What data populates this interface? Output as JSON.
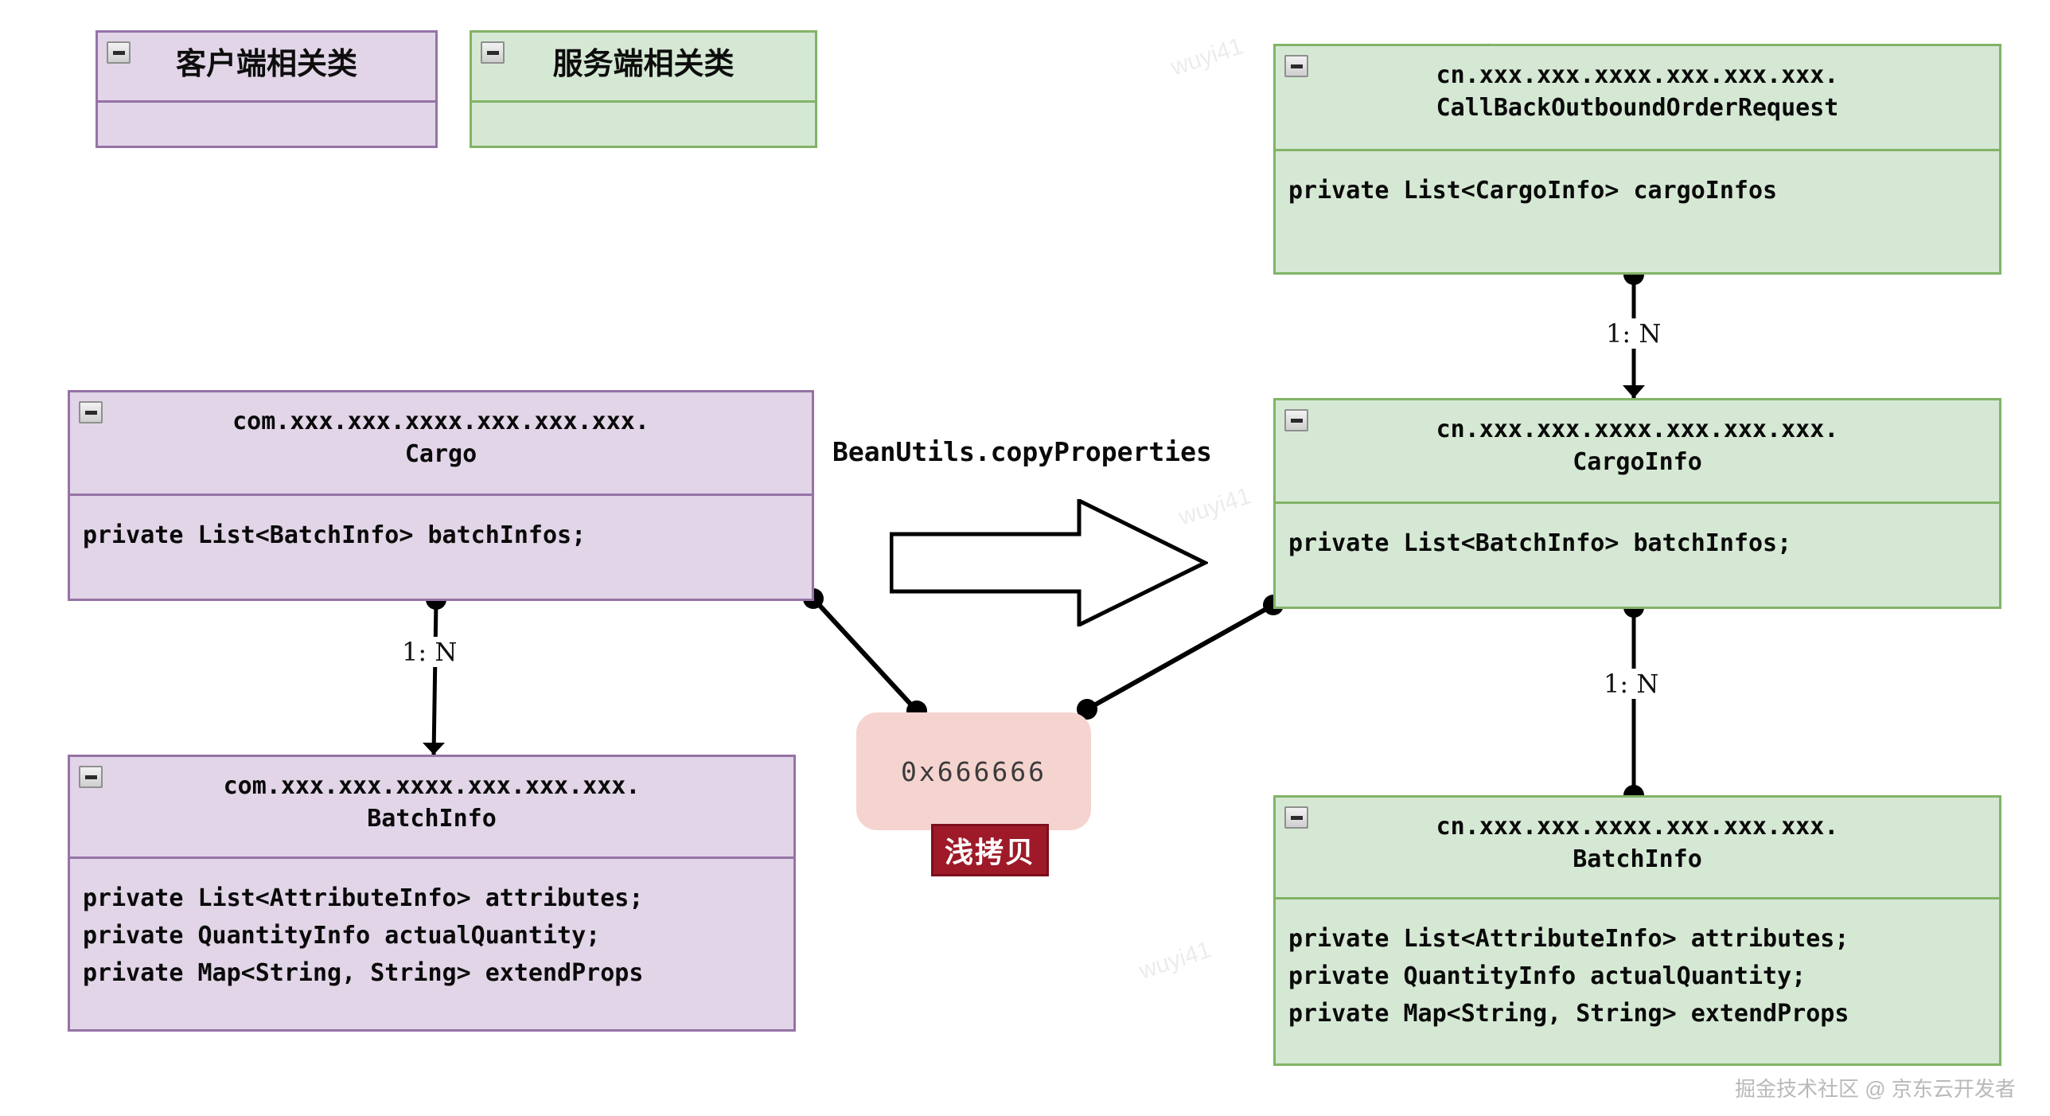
{
  "legend": {
    "client": {
      "title": "客户端相关类",
      "icon": "minus-icon"
    },
    "server": {
      "title": "服务端相关类",
      "icon": "minus-icon"
    }
  },
  "classes": {
    "cargo": {
      "package": "com.xxx.xxx.xxxx.xxx.xxx.xxx.",
      "name": "Cargo",
      "title": "com.xxx.xxx.xxxx.xxx.xxx.xxx.\nCargo",
      "fields": "private List<BatchInfo> batchInfos;",
      "side": "client"
    },
    "batch_info_client": {
      "package": "com.xxx.xxx.xxxx.xxx.xxx.xxx.",
      "name": "BatchInfo",
      "title": "com.xxx.xxx.xxxx.xxx.xxx.xxx.\nBatchInfo",
      "fields": "private List<AttributeInfo> attributes;\nprivate QuantityInfo actualQuantity;\nprivate Map<String, String> extendProps",
      "side": "client"
    },
    "callback_request": {
      "package": "cn.xxx.xxx.xxxx.xxx.xxx.xxx.",
      "name": "CallBackOutboundOrderRequest",
      "title": "cn.xxx.xxx.xxxx.xxx.xxx.xxx.\nCallBackOutboundOrderRequest",
      "fields": "private List<CargoInfo> cargoInfos",
      "side": "server"
    },
    "cargo_info": {
      "package": "cn.xxx.xxx.xxxx.xxx.xxx.xxx.",
      "name": "CargoInfo",
      "title": "cn.xxx.xxx.xxxx.xxx.xxx.xxx.\nCargoInfo",
      "fields": "private List<BatchInfo> batchInfos;",
      "side": "server"
    },
    "batch_info_server": {
      "package": "cn.xxx.xxx.xxxx.xxx.xxx.xxx.",
      "name": "BatchInfo",
      "title": "cn.xxx.xxx.xxxx.xxx.xxx.xxx.\nBatchInfo",
      "fields": "private List<AttributeInfo> attributes;\nprivate QuantityInfo actualQuantity;\nprivate Map<String, String> extendProps",
      "side": "server"
    }
  },
  "conversion": {
    "label": "BeanUtils.copyProperties",
    "arrow": "right-arrow-icon"
  },
  "shared_reference": {
    "address": "0x666666",
    "badge": "浅拷贝"
  },
  "edges": {
    "callback_to_cargoinfo": "1: N",
    "cargo_to_batchinfo": "1: N",
    "cargoinfo_to_batchinfo": "1: N"
  },
  "watermark": {
    "text": "掘金技术社区 @ 京东云开发者",
    "ghost": "wuyi41"
  },
  "colors": {
    "client_fill": "#e1d5e7",
    "client_stroke": "#9673a6",
    "server_fill": "#d5e8d4",
    "server_stroke": "#82b366",
    "shared_fill": "#f5d4d0",
    "badge_fill": "#9e1a28",
    "edge_stroke": "#000000"
  }
}
